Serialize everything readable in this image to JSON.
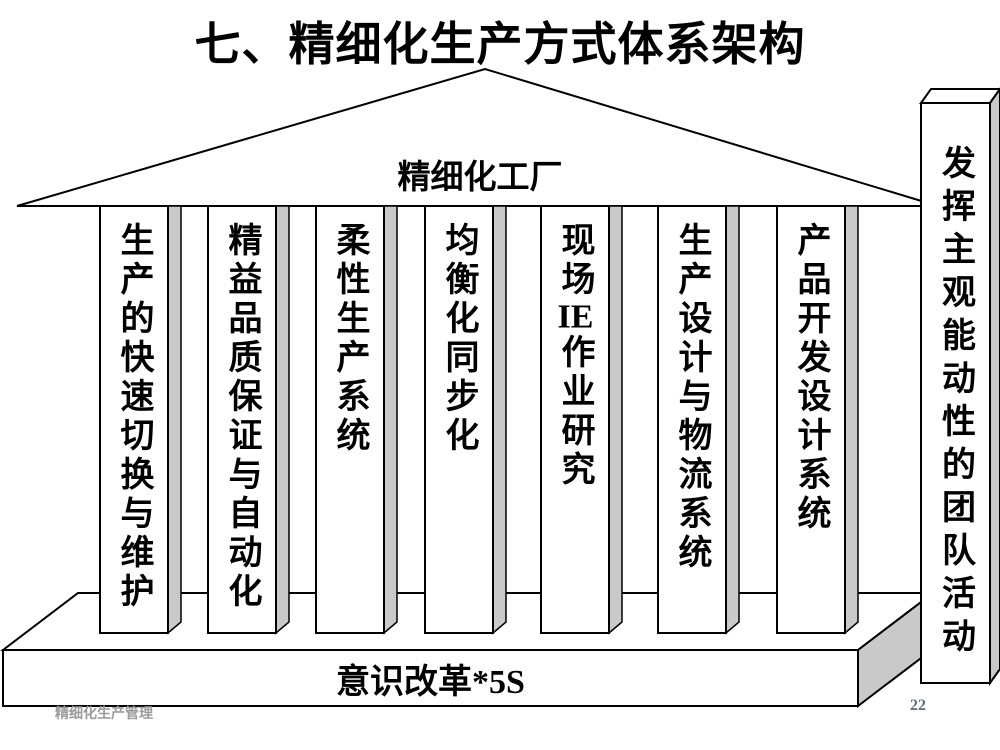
{
  "slide": {
    "title": "七、精细化生产方式体系架构",
    "footer": "精细化生产管理",
    "page_number": "22"
  },
  "diagram": {
    "roof_label": "精细化工厂",
    "base_label": "意识改革*5S",
    "right_pillar_label": "发挥主观能动性的团队活动",
    "pillars": [
      {
        "label": "生产的快速切换与维护"
      },
      {
        "label": "精益品质保证与自动化"
      },
      {
        "label": "柔性生产系统"
      },
      {
        "label": "均衡化同步化"
      },
      {
        "label": "现场IE作业研究"
      },
      {
        "label": "生产设计与物流系统"
      },
      {
        "label": "产品开发设计系统"
      }
    ],
    "colors": {
      "stroke": "#000000",
      "face": "#ffffff",
      "side_shade": "#c9c9c9",
      "footer_gray": "#9b9b9b",
      "page_number_color": "#5f6b7a"
    }
  }
}
